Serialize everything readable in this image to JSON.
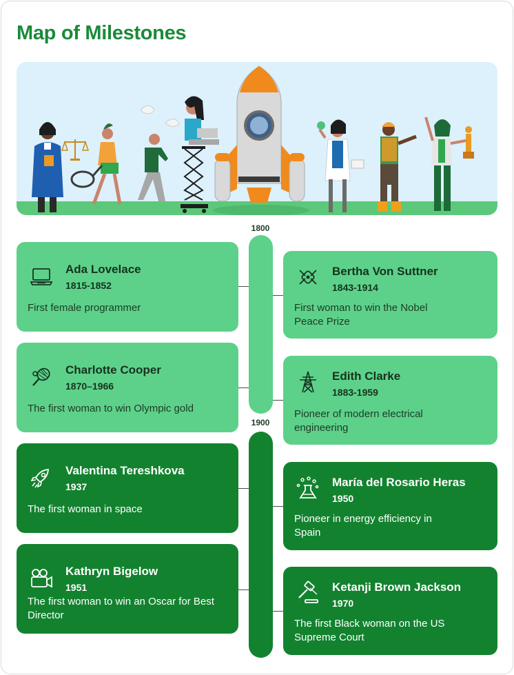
{
  "title": "Map of Milestones",
  "eras": [
    "1800",
    "1900"
  ],
  "colors": {
    "title": "#1a8a3a",
    "light_card": "#5dd18a",
    "dark_card": "#13822f",
    "hero_bg": "#dcf1fc"
  },
  "milestones": [
    {
      "name": "Ada Lovelace",
      "years": "1815-1852",
      "desc": "First female programmer",
      "icon": "laptop-icon"
    },
    {
      "name": "Bertha Von Suttner",
      "years": "1843-1914",
      "desc": "First woman to win the Nobel Peace Prize",
      "icon": "dove-icon"
    },
    {
      "name": "Charlotte Cooper",
      "years": "1870–1966",
      "desc": "The first woman to win Olympic gold",
      "icon": "tennis-racket-icon"
    },
    {
      "name": "Edith Clarke",
      "years": "1883-1959",
      "desc": "Pioneer of modern electrical engineering",
      "icon": "power-tower-icon"
    },
    {
      "name": "Valentina Tereshkova",
      "years": "1937",
      "desc": "The first woman in space",
      "icon": "rocket-icon"
    },
    {
      "name": "María del Rosario Heras",
      "years": "1950",
      "desc": "Pioneer in energy efficiency in Spain",
      "icon": "flask-icon"
    },
    {
      "name": "Kathryn Bigelow",
      "years": "1951",
      "desc": "The first woman to win an Oscar for Best Director",
      "icon": "movie-camera-icon"
    },
    {
      "name": "Ketanji Brown Jackson",
      "years": "1970",
      "desc": "The first Black woman on the US Supreme Court",
      "icon": "gavel-icon"
    }
  ]
}
